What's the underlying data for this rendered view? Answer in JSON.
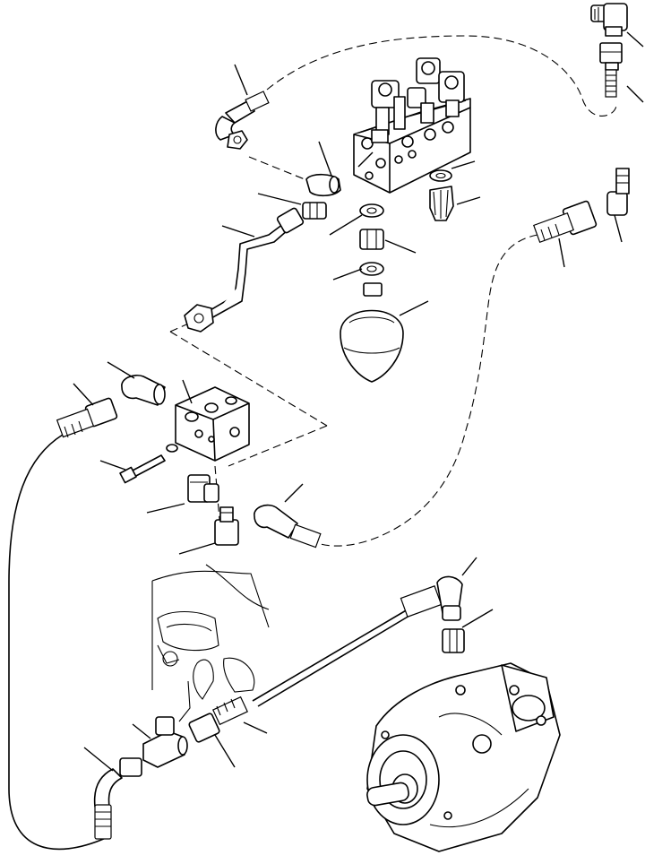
{
  "figure": {
    "kind": "exploded parts illustration",
    "background": "#ffffff",
    "ink": "#000000"
  },
  "parts": {
    "valve_block": {
      "icon": "hydraulic-valve-block"
    },
    "accumulator": {
      "icon": "accumulator-sphere"
    },
    "manifold_block": {
      "icon": "manifold-block"
    },
    "pump": {
      "icon": "hydraulic-pump"
    },
    "engine_housing": {
      "icon": "engine-housing-outline"
    },
    "tube_assembly": {
      "icon": "bent-steel-tube"
    },
    "hoses": {
      "icon": "hose-assembly"
    },
    "fittings": {
      "icon": "elbow-fitting"
    }
  },
  "callouts": {
    "count": 28,
    "labels_printed": false
  }
}
